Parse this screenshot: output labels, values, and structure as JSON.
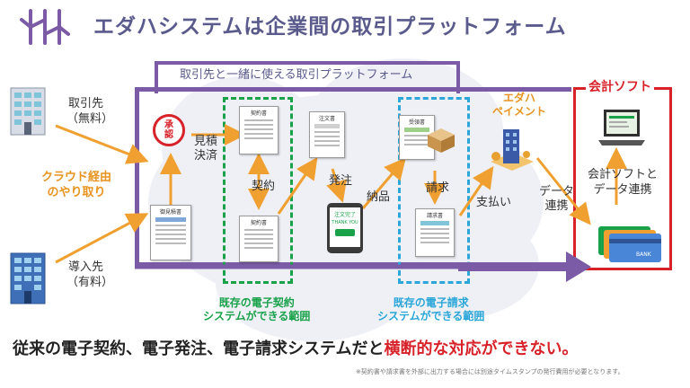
{
  "title": "エダハシステムは企業間の取引プラットフォーム",
  "platform_label": "取引先と一緒に使える取引プラットフォーム",
  "partner": {
    "name": "取引先",
    "fee": "（無料）"
  },
  "adopter": {
    "name": "導入先",
    "fee": "（有料）"
  },
  "cloud_exchange": "クラウド経由\nのやり取り",
  "accounting": {
    "title": "会計ソフト",
    "link_label": "会計ソフトと\nデータ連携",
    "bank_label": "BANK"
  },
  "stamp_text": "承\n認",
  "steps": {
    "estimate_settle": "見積\n決済",
    "contract": "契約",
    "order": "発注",
    "delivery": "納品",
    "invoice": "請求",
    "payment": "支払い",
    "data_link": "データ\n連携"
  },
  "edaha_payment": "エダハ\nペイメント",
  "documents": {
    "quote": "御見積書",
    "contract_top": "契約書",
    "contract_bottom": "契約書",
    "order_form": "注文書",
    "order_complete": "注文完了",
    "thank_you": "THANK YOU",
    "receipt": "受領書",
    "invoice_doc": "請求書"
  },
  "notes": {
    "e_contract": "既存の電子契約\nシステムができる範囲",
    "e_invoice": "既存の電子請求\nシステムができる範囲"
  },
  "bottom_message": {
    "normal": "従来の電子契約、電子発注、電子請求システムだと",
    "emphasis": "横断的な対応ができない。"
  },
  "footnote": "※契約書や請求書を外部に出力する場合には別途タイムスタンプの発行費用が必要となります。",
  "colors": {
    "purple": "#7b5aa6",
    "orange": "#f0a030",
    "red": "#d8222a",
    "green": "#1aa24a",
    "blue": "#2aa6d8"
  },
  "icons": [
    "logo-icon",
    "office-building-icon",
    "stamp-icon",
    "document-icon",
    "smartphone-icon",
    "package-icon",
    "bank-tower-icon",
    "laptop-icon",
    "bank-card-icon"
  ]
}
